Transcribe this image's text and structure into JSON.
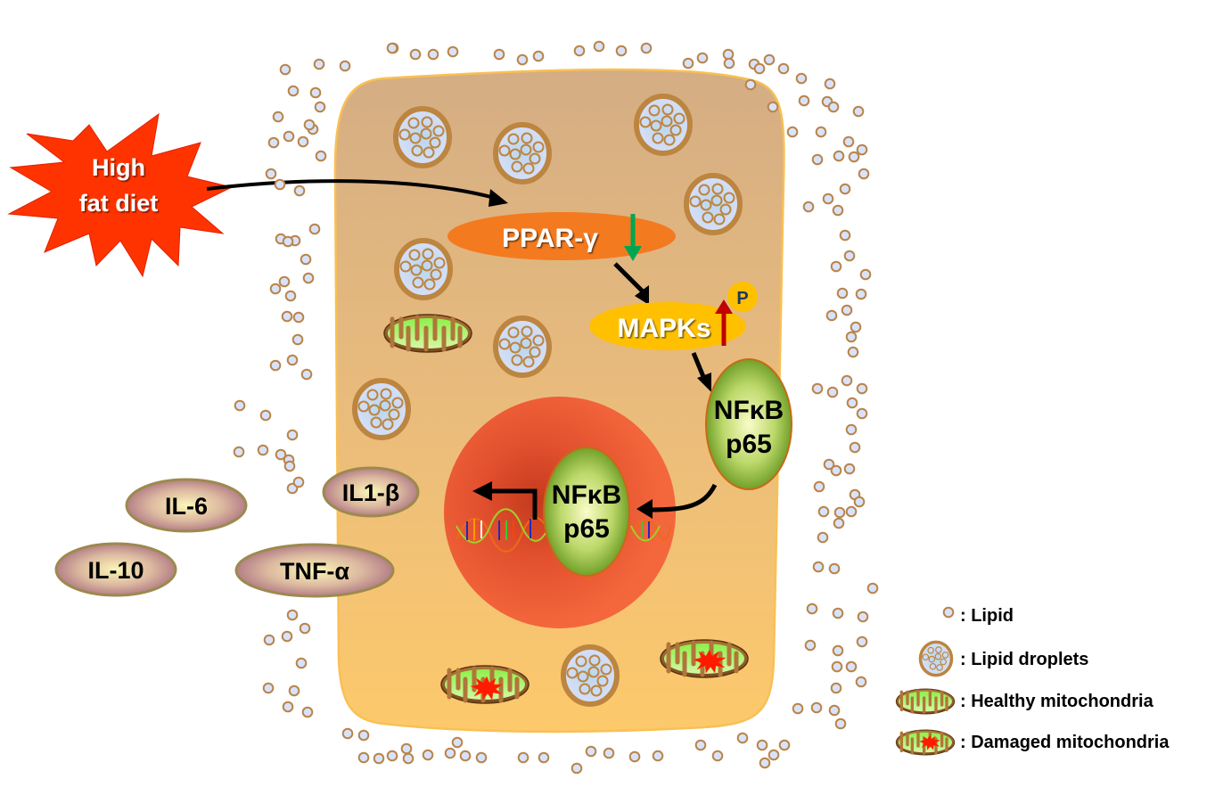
{
  "diagram": {
    "stimulus": {
      "line1": "High",
      "line2": "fat diet"
    },
    "nodes": {
      "ppar": {
        "label": "PPAR-γ",
        "regulation": "down",
        "regulation_color": "#00a651"
      },
      "mapks": {
        "label": "MAPKs",
        "regulation": "up",
        "regulation_color": "#c00000",
        "phospho_label": "P"
      },
      "nfkb_cytoplasm": {
        "line1": "NFκB",
        "line2": "p65"
      },
      "nfkb_nucleus": {
        "line1": "NFκB",
        "line2": "p65"
      }
    },
    "cytokines": [
      {
        "id": "il1b",
        "label": "IL1-β"
      },
      {
        "id": "il6",
        "label": "IL-6"
      },
      {
        "id": "il10",
        "label": "IL-10"
      },
      {
        "id": "tnfa",
        "label": "TNF-α"
      }
    ],
    "legend": [
      {
        "icon": "lipid-icon",
        "label": ": Lipid"
      },
      {
        "icon": "lipid-droplet-icon",
        "label": ": Lipid droplets"
      },
      {
        "icon": "healthy-mitochondria-icon",
        "label": ": Healthy mitochondria"
      },
      {
        "icon": "damaged-mitochondria-icon",
        "label": ": Damaged mitochondria"
      }
    ],
    "colors": {
      "cell_top": "#d4ad84",
      "cell_bottom": "#fdc96b",
      "cell_border": "#f9c053",
      "nucleus": "#f4623a",
      "ppar": "#f47a1f",
      "mapks": "#ffc000",
      "nfkb_center": "#fafcc8",
      "nfkb_edge": "#6b9b1b",
      "cytokine_center": "#f9f3b0",
      "cytokine_edge": "#a46b7c",
      "starburst": "#ff3300",
      "lipid_fill": "#d9e2fb",
      "lipid_stroke": "#b9854a"
    }
  }
}
